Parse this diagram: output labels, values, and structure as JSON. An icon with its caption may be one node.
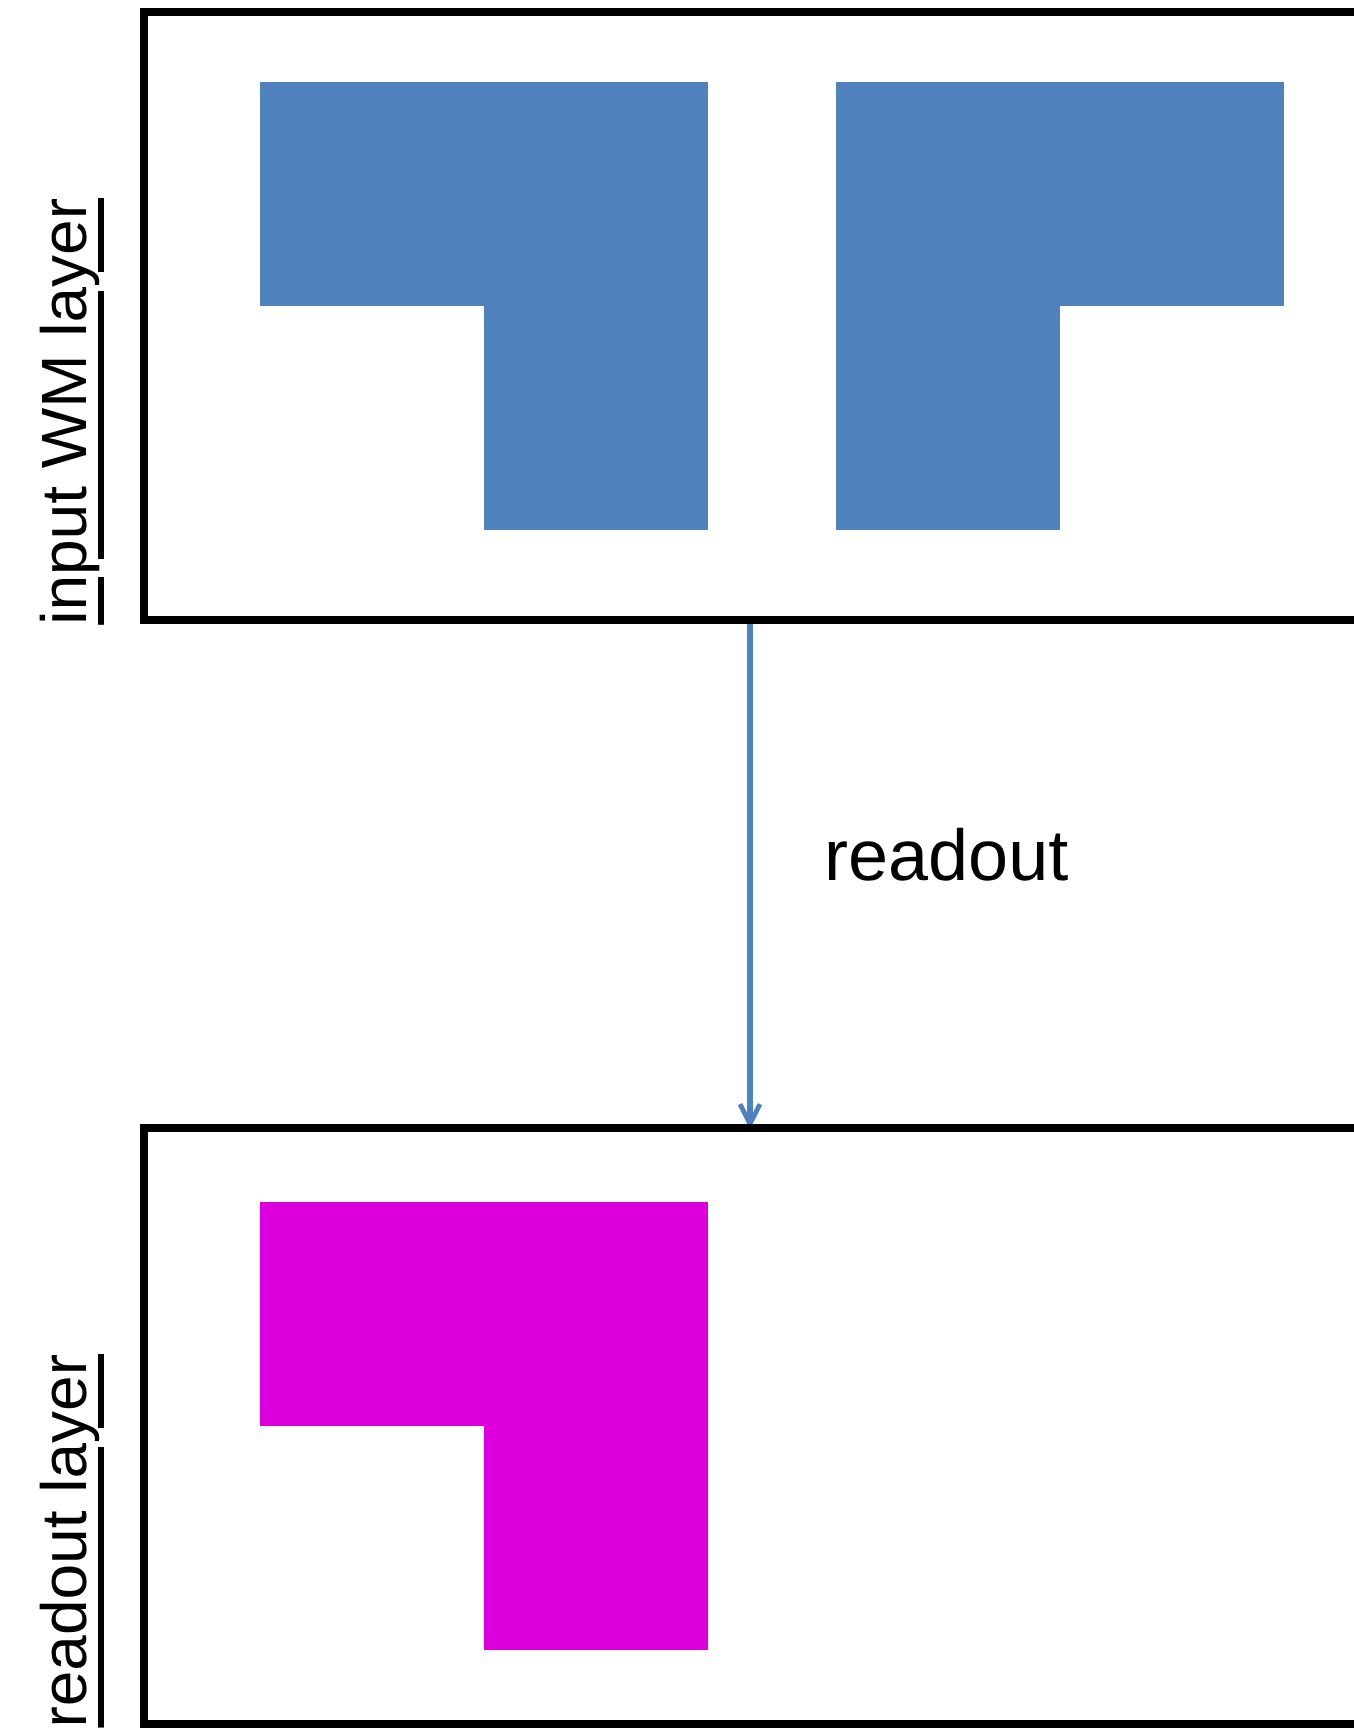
{
  "diagram": {
    "nodes": [
      {
        "text": [
          "input WM layer"
        ]
      },
      {
        "text": [
          "readout layer"
        ]
      }
    ],
    "edges": [
      {
        "from": 0,
        "to": 1,
        "arrow": "to",
        "label": "readout"
      }
    ]
  }
}
